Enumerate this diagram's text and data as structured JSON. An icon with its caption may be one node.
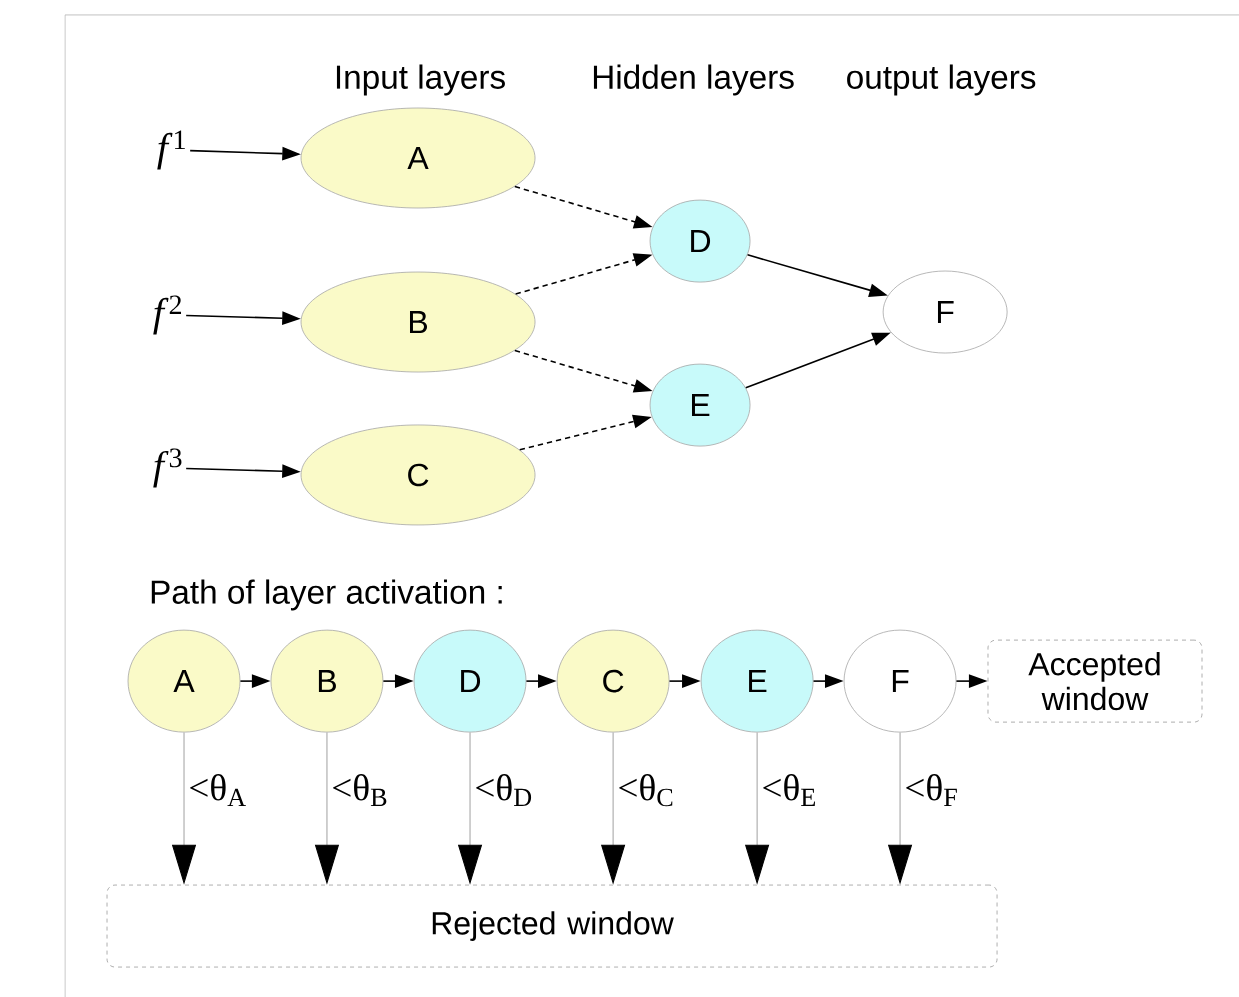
{
  "diagram": {
    "nodes": [
      {
        "text": [
          "*f*$^{1}$"
        ]
      },
      {
        "text": [
          "*f*$^{2}$"
        ]
      },
      {
        "text": [
          "*f*$^{3}$"
        ]
      },
      {
        "text": [
          "A"
        ]
      },
      {
        "text": [
          "B"
        ]
      },
      {
        "text": [
          "C"
        ]
      },
      {
        "text": [
          "D"
        ]
      },
      {
        "text": [
          "E"
        ]
      },
      {
        "text": [
          "F"
        ]
      },
      {
        "text": [
          "A"
        ]
      },
      {
        "text": [
          "B"
        ]
      },
      {
        "text": [
          "D"
        ]
      },
      {
        "text": [
          "C"
        ]
      },
      {
        "text": [
          "E"
        ]
      },
      {
        "text": [
          "F"
        ]
      },
      {
        "text": [
          "Accepted window"
        ]
      },
      {
        "text": [
          "Rejected window"
        ]
      }
    ],
    "edges": [
      {
        "from": 0,
        "to": 3,
        "arrow": "to"
      },
      {
        "from": 1,
        "to": 4,
        "arrow": "to"
      },
      {
        "from": 2,
        "to": 5,
        "arrow": "to"
      },
      {
        "from": 3,
        "to": 6,
        "arrow": "to",
        "style": "dashed"
      },
      {
        "from": 4,
        "to": 6,
        "arrow": "to",
        "style": "dashed"
      },
      {
        "from": 4,
        "to": 7,
        "arrow": "to",
        "style": "dashed"
      },
      {
        "from": 5,
        "to": 7,
        "arrow": "to",
        "style": "dashed"
      },
      {
        "from": 6,
        "to": 8,
        "arrow": "to"
      },
      {
        "from": 7,
        "to": 8,
        "arrow": "to"
      },
      {
        "from": 9,
        "to": 10,
        "arrow": "to"
      },
      {
        "from": 10,
        "to": 11,
        "arrow": "to"
      },
      {
        "from": 11,
        "to": 12,
        "arrow": "to"
      },
      {
        "from": 12,
        "to": 13,
        "arrow": "to"
      },
      {
        "from": 13,
        "to": 14,
        "arrow": "to"
      },
      {
        "from": 14,
        "to": 15,
        "arrow": "to"
      },
      {
        "from": 9,
        "to": 16,
        "arrow": "to",
        "label": "<θ$_{A}$",
        "color": "#a6a6a6"
      },
      {
        "from": 10,
        "to": 16,
        "arrow": "to",
        "label": "<θ$_{B}$",
        "color": "#a6a6a6"
      },
      {
        "from": 11,
        "to": 16,
        "arrow": "to",
        "label": "<θ$_{D}$",
        "color": "#a6a6a6"
      },
      {
        "from": 12,
        "to": 16,
        "arrow": "to",
        "label": "<θ$_{C}$",
        "color": "#a6a6a6"
      },
      {
        "from": 13,
        "to": 16,
        "arrow": "to",
        "label": "<θ$_{E}$",
        "color": "#a6a6a6"
      },
      {
        "from": 14,
        "to": 16,
        "arrow": "to",
        "label": "<θ$_{F}$",
        "color": "#a6a6a6"
      }
    ],
    "labels": [
      "Input layers",
      "Hidden layers",
      "output layers",
      "Path of layer activation :"
    ]
  }
}
